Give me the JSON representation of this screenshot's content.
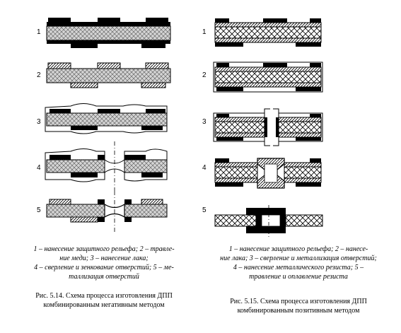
{
  "left": {
    "step_numbers": [
      "1",
      "2",
      "3",
      "4",
      "5"
    ],
    "legend_lines": [
      "1 – нанесение защитного рельефа; 2 – травле-",
      "ние меди; 3 – нанесение лака;",
      "4 – сверление и зенкование отверстий; 5 – ме-",
      "таллизация отверстий"
    ],
    "caption_lines": [
      "Рис. 5.14. Схема процесса изготовления ДПП",
      "комбинированным негативным методом"
    ]
  },
  "right": {
    "step_numbers": [
      "1",
      "2",
      "3",
      "4",
      "5"
    ],
    "legend_lines": [
      "1 – нанесение защитного рельефа; 2 – нанесе-",
      "ние лака; 3 – сверление и металлизация отверстий;",
      "4 – нанесение металлического резиста; 5 –",
      "травление и оплавление резиста"
    ],
    "caption_lines": [
      "Рис. 5.15. Схема процесса изготовления ДПП",
      "комбинированным позитивным методом"
    ]
  },
  "colors": {
    "ink": "#000000",
    "paper": "#ffffff",
    "core": "#bdbdbd"
  }
}
